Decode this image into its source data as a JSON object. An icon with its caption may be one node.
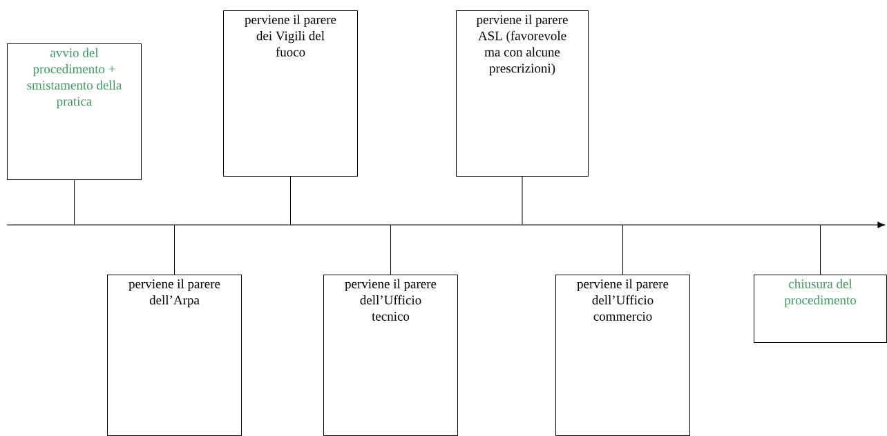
{
  "diagram": {
    "nodes": [
      {
        "text": [
          "avvio del procedimento + smistamento della pratica"
        ]
      },
      {
        "text": [
          "perviene il parere dell’Arpa"
        ]
      },
      {
        "text": [
          "perviene il parere dei Vigili del fuoco"
        ]
      },
      {
        "text": [
          "perviene il parere dell’Ufficio tecnico"
        ]
      },
      {
        "text": [
          "perviene il parere ASL (favorevole ma con alcune prescrizioni)"
        ]
      },
      {
        "text": [
          "perviene il parere dell’Ufficio commercio"
        ]
      },
      {
        "text": [
          "chiusura del procedimento"
        ]
      },
      {
        "text": [],
        "shape": "arrow"
      }
    ],
    "edges": [
      {
        "from": 0,
        "to": 7,
        "arrow": "none"
      },
      {
        "from": 1,
        "to": 7,
        "arrow": "none"
      },
      {
        "from": 2,
        "to": 7,
        "arrow": "none"
      },
      {
        "from": 3,
        "to": 7,
        "arrow": "none"
      },
      {
        "from": 4,
        "to": 7,
        "arrow": "none"
      },
      {
        "from": 5,
        "to": 7,
        "arrow": "none"
      },
      {
        "from": 6,
        "to": 7,
        "arrow": "none"
      }
    ]
  }
}
